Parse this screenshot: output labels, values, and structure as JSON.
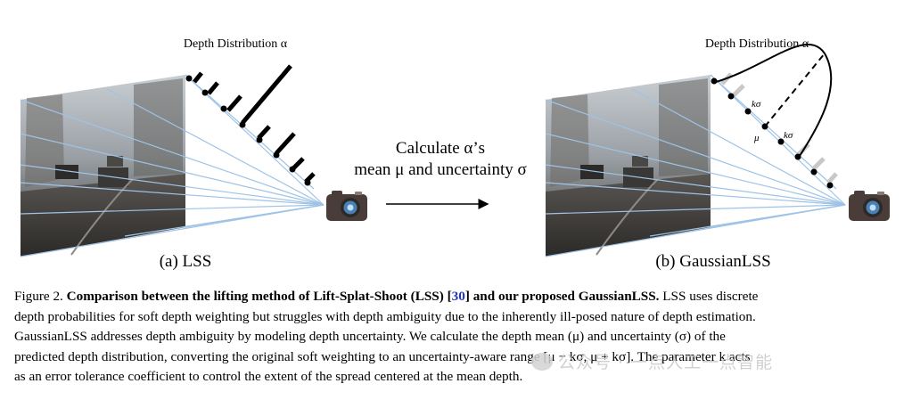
{
  "panel_a": {
    "title": "Depth Distribution α",
    "label": "(a) LSS"
  },
  "panel_b": {
    "title": "Depth Distribution α",
    "label": "(b) GaussianLSS",
    "k_sigma_upper": "kσ",
    "k_sigma_lower": "kσ",
    "mu_label": "μ"
  },
  "middle": {
    "line1": "Calculate α’s",
    "line2": "mean μ and uncertainty σ"
  },
  "caption": {
    "prefix": "Figure 2. ",
    "bold_part1": "Comparison between the lifting method of Lift-Splat-Shoot (LSS) [",
    "ref": "30",
    "bold_part2": "] and our proposed GaussianLSS.",
    "line1_rest": " LSS uses discrete",
    "line2": "depth probabilities for soft depth weighting but struggles with depth ambiguity due to the inherently ill-posed nature of depth estimation.",
    "line3": "GaussianLSS addresses depth ambiguity by modeling depth uncertainty.  We calculate the depth mean (μ) and uncertainty (σ) of the",
    "line4": "predicted depth distribution, converting the original soft weighting to an uncertainty-aware range [μ − kσ, μ + kσ]. The parameter k acts",
    "line5": "as an error tolerance coefficient to control the extent of the spread centered at the mean depth."
  },
  "watermark": {
    "text": "公众号 · 一点人工一点智能"
  },
  "icons": {
    "camera_a": "camera-icon",
    "camera_b": "camera-icon",
    "arrow": "right-arrow-icon"
  }
}
